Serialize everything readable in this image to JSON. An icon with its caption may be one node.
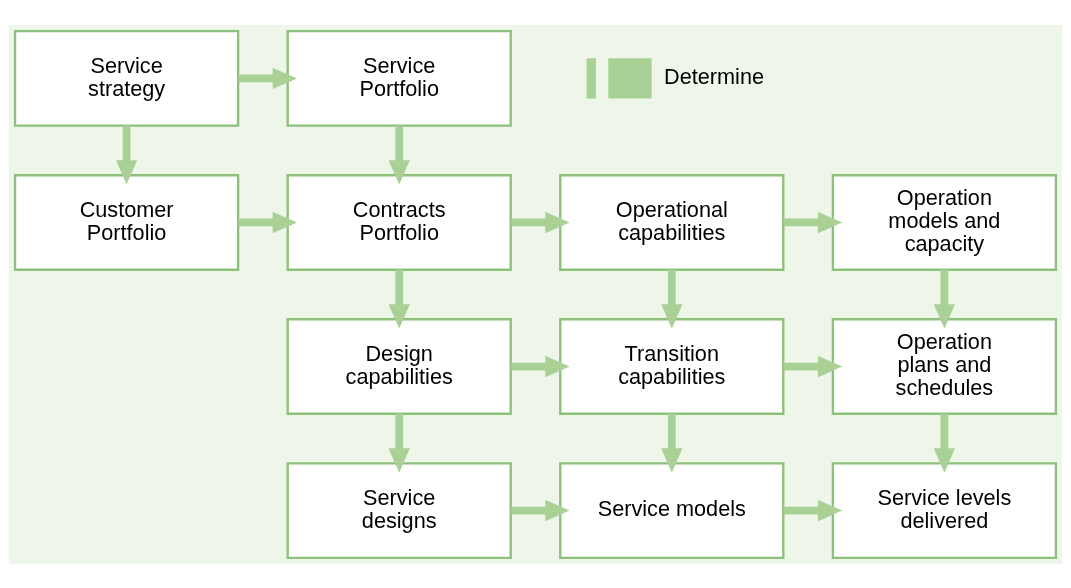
{
  "diagram": {
    "nodes": [
      {
        "text": [
          "Service strategy"
        ]
      },
      {
        "text": [
          "Service Portfolio"
        ]
      },
      {
        "text": [
          "Customer Portfolio"
        ]
      },
      {
        "text": [
          "Contracts Portfolio"
        ]
      },
      {
        "text": [
          "Operational capabilities"
        ]
      },
      {
        "text": [
          "Operation models and capacity"
        ]
      },
      {
        "text": [
          "Design capabilities"
        ]
      },
      {
        "text": [
          "Transition capabilities"
        ]
      },
      {
        "text": [
          "Operation plans and schedules"
        ]
      },
      {
        "text": [
          "Service designs"
        ]
      },
      {
        "text": [
          "Service models"
        ]
      },
      {
        "text": [
          "Service levels delivered"
        ]
      }
    ],
    "edges": [
      {
        "from": 0,
        "to": 1,
        "arrow": "to"
      },
      {
        "from": 0,
        "to": 2,
        "arrow": "to"
      },
      {
        "from": 1,
        "to": 3,
        "arrow": "to"
      },
      {
        "from": 2,
        "to": 3,
        "arrow": "to"
      },
      {
        "from": 3,
        "to": 4,
        "arrow": "to"
      },
      {
        "from": 4,
        "to": 5,
        "arrow": "to"
      },
      {
        "from": 3,
        "to": 6,
        "arrow": "to"
      },
      {
        "from": 4,
        "to": 7,
        "arrow": "to"
      },
      {
        "from": 5,
        "to": 8,
        "arrow": "to"
      },
      {
        "from": 6,
        "to": 7,
        "arrow": "to"
      },
      {
        "from": 7,
        "to": 8,
        "arrow": "to"
      },
      {
        "from": 6,
        "to": 9,
        "arrow": "to"
      },
      {
        "from": 7,
        "to": 10,
        "arrow": "to"
      },
      {
        "from": 8,
        "to": 11,
        "arrow": "to"
      },
      {
        "from": 9,
        "to": 10,
        "arrow": "to"
      },
      {
        "from": 10,
        "to": 11,
        "arrow": "to"
      }
    ],
    "legend": [
      {
        "text": "Determine"
      }
    ]
  }
}
